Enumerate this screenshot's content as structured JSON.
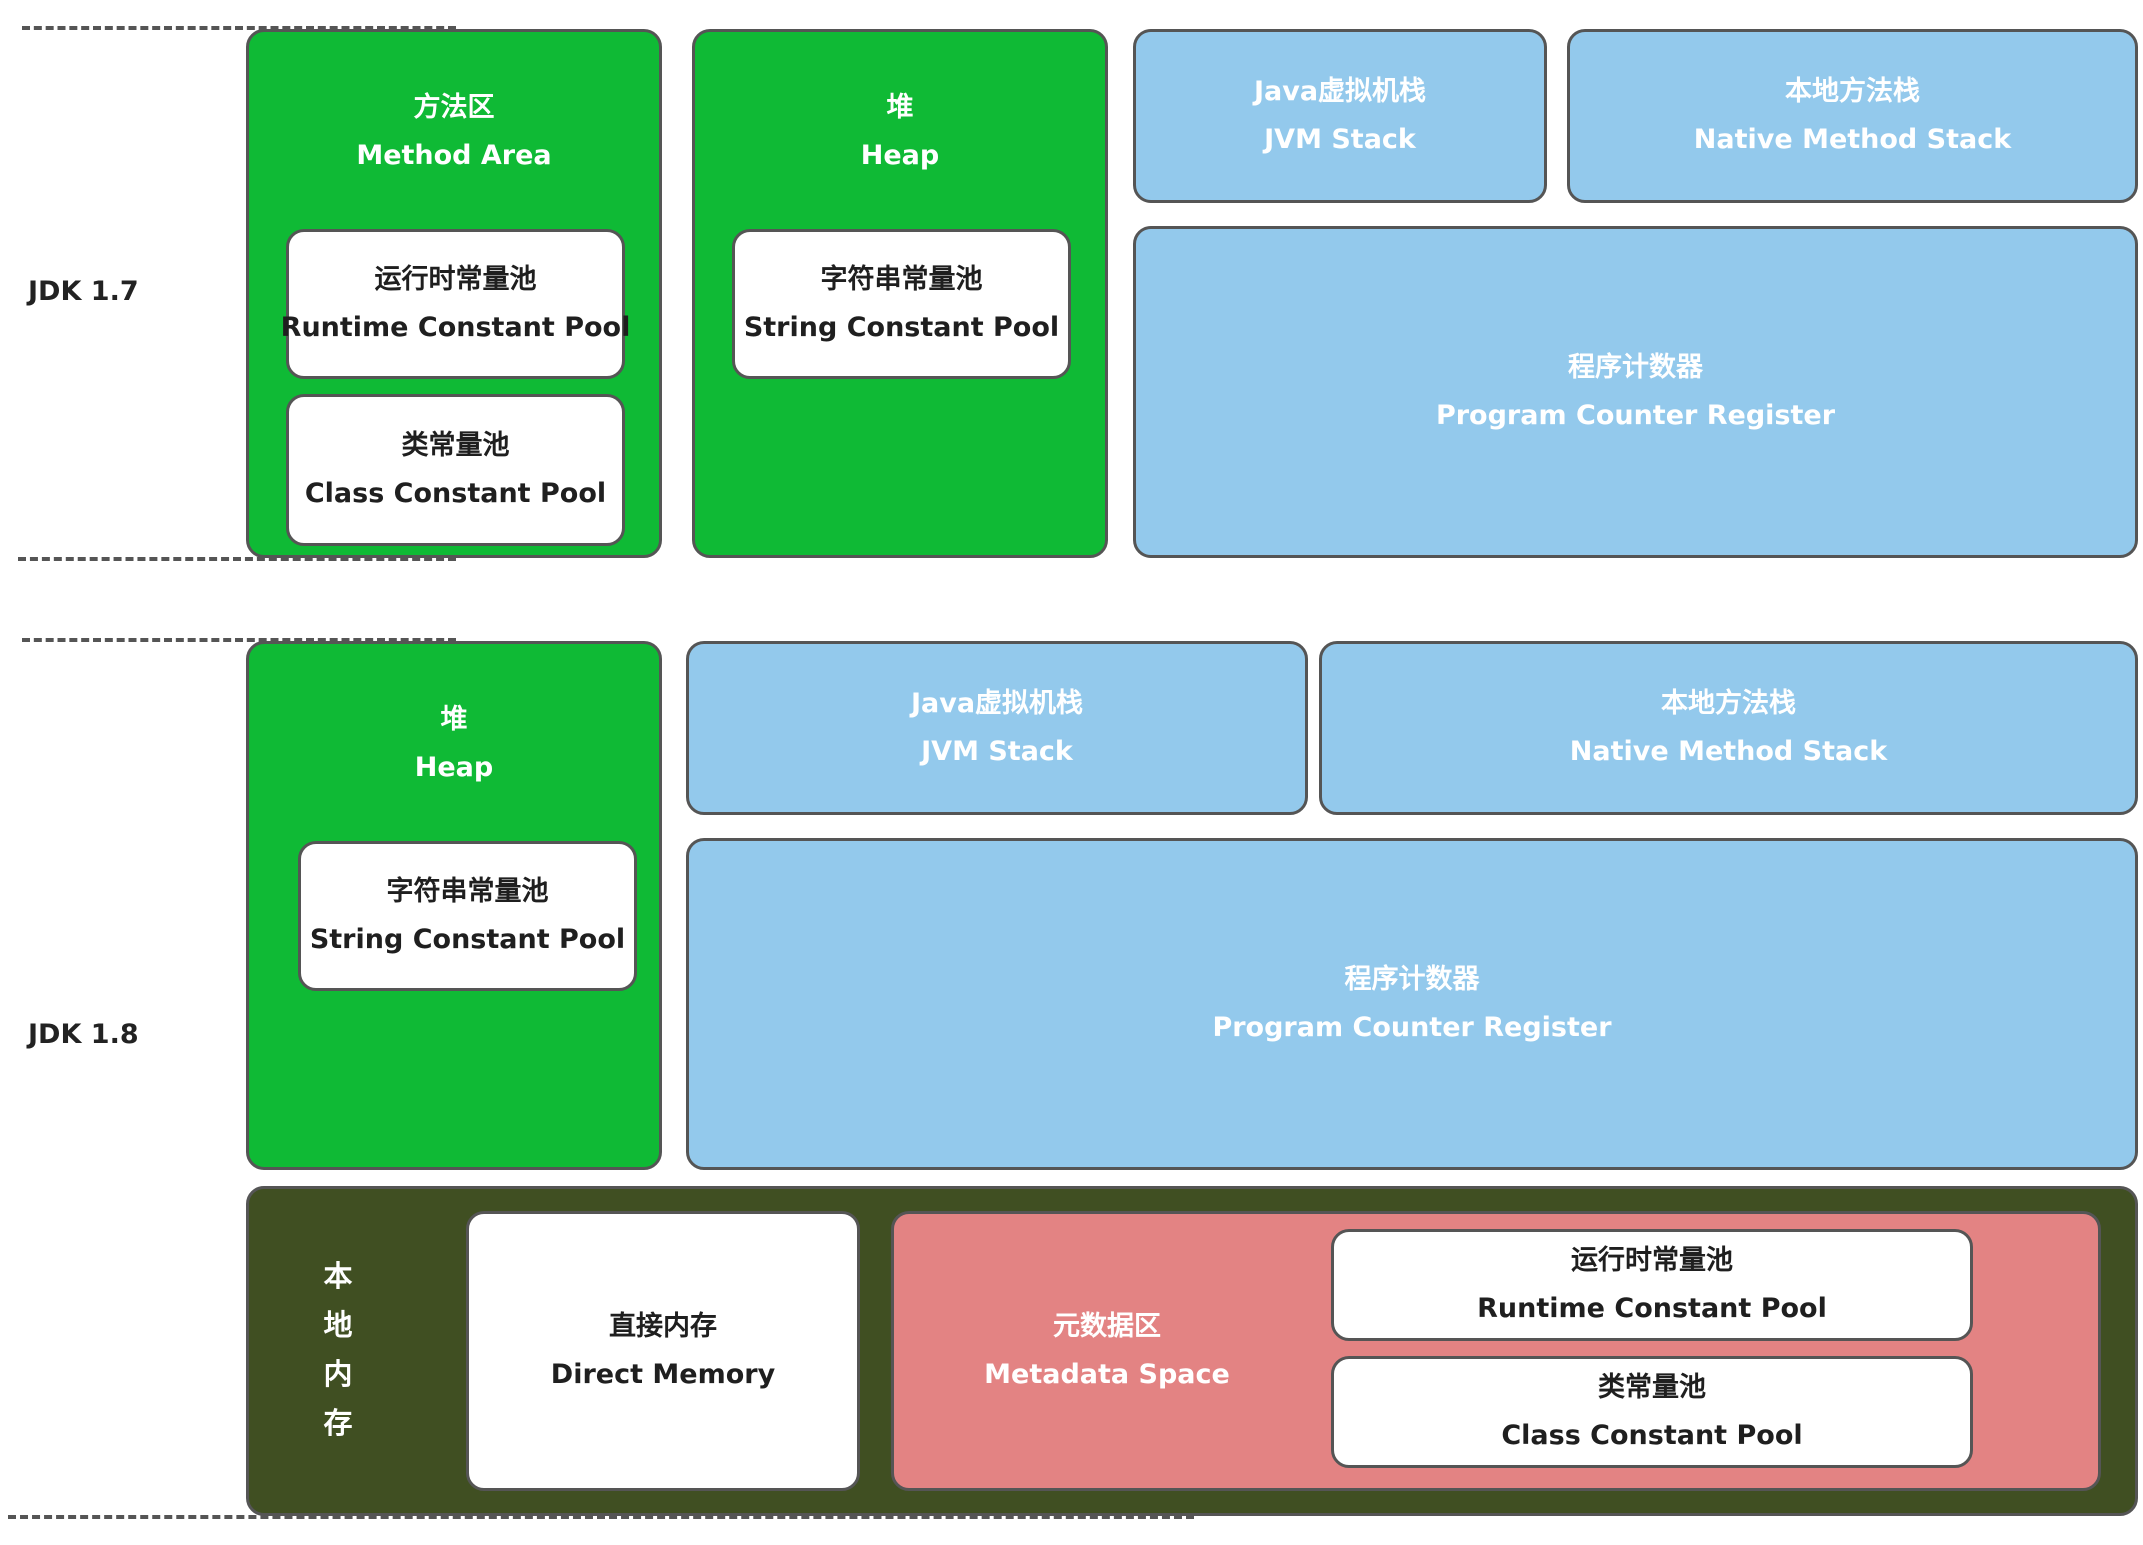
{
  "labels": {
    "jdk17": "JDK 1.7",
    "jdk18": "JDK 1.8"
  },
  "jdk17": {
    "method_area": {
      "zh": "方法区",
      "en": "Method Area"
    },
    "runtime_pool": {
      "zh": "运行时常量池",
      "en": "Runtime Constant Pool"
    },
    "class_pool": {
      "zh": "类常量池",
      "en": "Class Constant Pool"
    },
    "heap": {
      "zh": "堆",
      "en": "Heap"
    },
    "string_pool": {
      "zh": "字符串常量池",
      "en": "String Constant Pool"
    },
    "jvm_stack": {
      "zh": "Java虚拟机栈",
      "en": "JVM Stack"
    },
    "native_stack": {
      "zh": "本地方法栈",
      "en": "Native Method Stack"
    },
    "pc": {
      "zh": "程序计数器",
      "en": "Program Counter Register"
    }
  },
  "jdk18": {
    "heap": {
      "zh": "堆",
      "en": "Heap"
    },
    "string_pool": {
      "zh": "字符串常量池",
      "en": "String Constant Pool"
    },
    "jvm_stack": {
      "zh": "Java虚拟机栈",
      "en": "JVM Stack"
    },
    "native_stack": {
      "zh": "本地方法栈",
      "en": "Native Method Stack"
    },
    "pc": {
      "zh": "程序计数器",
      "en": "Program Counter Register"
    },
    "native_memory": {
      "chars": [
        "本",
        "地",
        "内",
        "存"
      ]
    },
    "direct_memory": {
      "zh": "直接内存",
      "en": "Direct Memory"
    },
    "metaspace": {
      "zh": "元数据区",
      "en": "Metadata Space"
    },
    "runtime_pool": {
      "zh": "运行时常量池",
      "en": "Runtime Constant Pool"
    },
    "class_pool": {
      "zh": "类常量池",
      "en": "Class Constant Pool"
    }
  },
  "colors": {
    "green": "#0fba35",
    "blue": "#93c9ec",
    "dark_olive": "#404f22",
    "pink": "#e38383",
    "border": "#555555"
  }
}
